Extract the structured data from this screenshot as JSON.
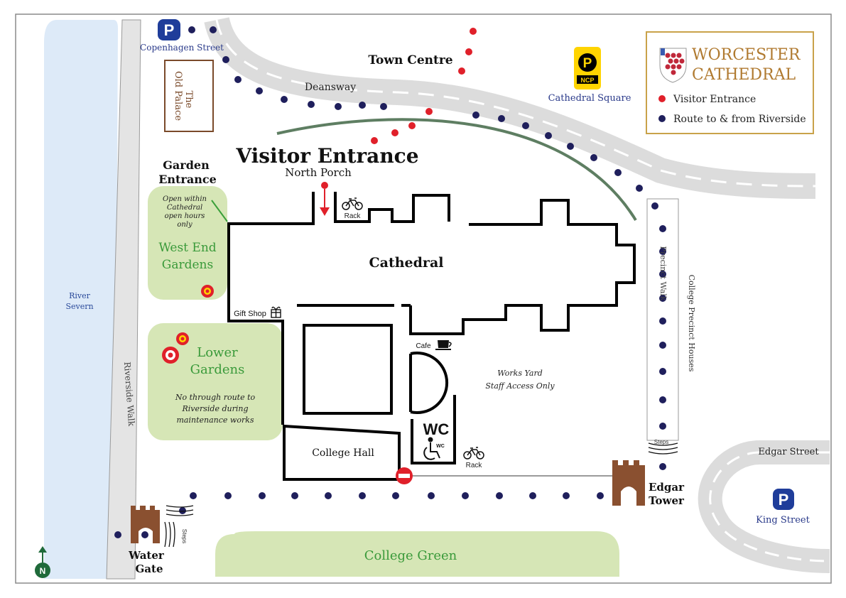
{
  "legend": {
    "title_line1": "WORCESTER",
    "title_line2": "CATHEDRAL",
    "visitor_entrance": "Visitor Entrance",
    "route": "Route to & from Riverside"
  },
  "labels": {
    "copenhagen_street": "Copenhagen Street",
    "old_palace_1": "The",
    "old_palace_2": "Old Palace",
    "town_centre": "Town Centre",
    "deansway": "Deansway",
    "cathedral_square": "Cathedral Square",
    "ncp": "NCP",
    "visitor_entrance": "Visitor Entrance",
    "north_porch": "North Porch",
    "garden_entrance_1": "Garden",
    "garden_entrance_2": "Entrance",
    "open_hours_1": "Open within",
    "open_hours_2": "Cathedral",
    "open_hours_3": "open hours",
    "open_hours_4": "only",
    "west_end_1": "West End",
    "west_end_2": "Gardens",
    "rack_top": "Rack",
    "cathedral": "Cathedral",
    "gift_shop": "Gift Shop",
    "cafe": "Cafe",
    "works_yard_1": "Works Yard",
    "works_yard_2": "Staff Access Only",
    "lower_1": "Lower",
    "lower_2": "Gardens",
    "no_route_1": "No through route to",
    "no_route_2": "Riverside during",
    "no_route_3": "maintenance works",
    "river_1": "River",
    "river_2": "Severn",
    "riverside_walk": "Riverside Walk",
    "wc": "WC",
    "wc_small": "WC",
    "rack_bottom": "Rack",
    "college_hall": "College Hall",
    "precinct_walk": "Precinct Walk",
    "college_precinct_houses": "College Precinct Houses",
    "steps_right": "Steps",
    "steps_left": "Steps",
    "edgar_street": "Edgar Street",
    "edgar_tower_1": "Edgar",
    "edgar_tower_2": "Tower",
    "king_street": "King Street",
    "water_gate_1": "Water",
    "water_gate_2": "Gate",
    "college_green": "College Green",
    "north": "N",
    "parking": "P"
  },
  "colors": {
    "route_dot": "#1f1f5c",
    "visitor_dot": "#e0202a",
    "river": "#ddeaf8",
    "garden": "#d6e6b6",
    "garden_text": "#3a9a3a",
    "road": "#e4e4e4",
    "label_blue": "#2a3a8a",
    "legend_border": "#c9a24a",
    "legend_text": "#b07a30",
    "palace": "#7a4a2a",
    "tower": "#8a5030",
    "arc": "#5e7e62"
  },
  "icons": [
    "parking-icon",
    "ncp-parking-icon",
    "bicycle-icon",
    "gift-icon",
    "coffee-cup-icon",
    "wheelchair-icon",
    "no-entry-icon",
    "flower-icon",
    "tower-icon",
    "steps-icon",
    "north-arrow-icon",
    "crest-icon"
  ]
}
